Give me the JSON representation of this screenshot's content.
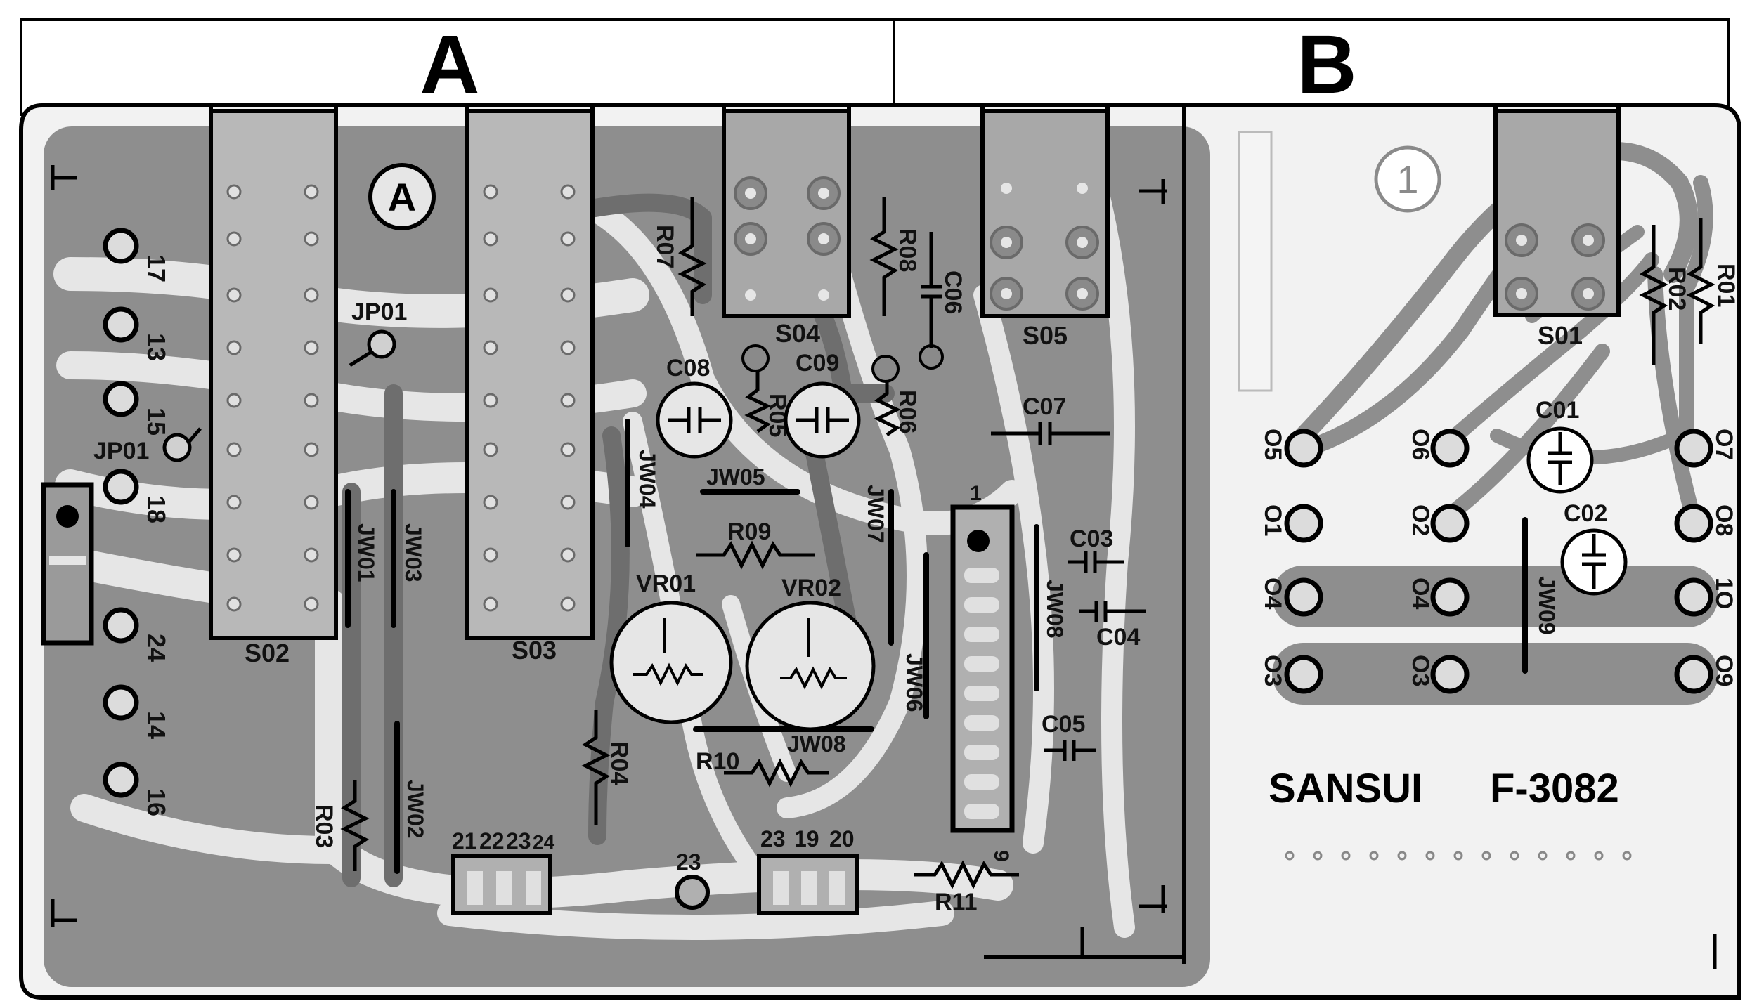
{
  "sections": {
    "a": "A",
    "b": "B"
  },
  "markers": {
    "a_circle": "A",
    "b_circle": "1"
  },
  "board_a": {
    "edge_pins": [
      "17",
      "13",
      "15",
      "18",
      "24",
      "14",
      "16"
    ],
    "jp01_top": "JP01",
    "jp01_left": "JP01",
    "sockets": [
      "S02",
      "S03",
      "S04",
      "S05"
    ],
    "resistors": [
      "R07",
      "R08",
      "R05",
      "R06",
      "R09",
      "R10",
      "R11",
      "R04",
      "R03"
    ],
    "capacitors": [
      "C08",
      "C09",
      "C06",
      "C07",
      "C03",
      "C04",
      "C05"
    ],
    "jumpers": [
      "JW01",
      "JW03",
      "JW02",
      "JW04",
      "JW05",
      "JW07",
      "JW06",
      "JW08",
      "JW08"
    ],
    "trimmers": [
      "VR01",
      "VR02"
    ],
    "bottom_pins": [
      "21",
      "22",
      "23",
      "24",
      "23",
      "23",
      "19",
      "20"
    ],
    "ic_pins": [
      "1",
      "9"
    ]
  },
  "board_b": {
    "socket": "S01",
    "resistors": [
      "R01",
      "R02"
    ],
    "capacitors": [
      "C01",
      "C02"
    ],
    "jumper": "JW09",
    "pins_left": [
      "O5",
      "O1",
      "O4",
      "O3"
    ],
    "pins_mid": [
      "O6",
      "O2",
      "O4",
      "O3"
    ],
    "pins_right": [
      "O7",
      "O8",
      "1O",
      "O9"
    ]
  },
  "brand": "SANSUI",
  "model": "F-3082",
  "colors": {
    "ink": "#000000",
    "copper": "#8e8e8e",
    "substrate": "#e6e6e6",
    "paper": "#ffffff"
  }
}
